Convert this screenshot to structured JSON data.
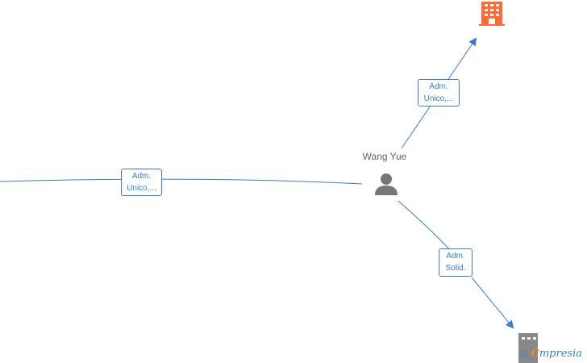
{
  "nodes": {
    "person": {
      "name": "Wang Yue",
      "icon": "person-icon",
      "color": "#777777"
    },
    "company_top": {
      "icon": "building-icon",
      "color": "#ff6b35"
    },
    "company_bottom": {
      "icon": "building-icon",
      "color": "#888888"
    }
  },
  "edges": [
    {
      "id": "left",
      "line1": "Adm.",
      "line2": "Unico,..."
    },
    {
      "id": "top",
      "line1": "Adm.",
      "line2": "Unico,..."
    },
    {
      "id": "bottom",
      "line1": "Adm.",
      "line2": "Solid."
    }
  ],
  "edge_color": "#3a7bd5",
  "watermark": {
    "copyright": "©",
    "brand_first": "C",
    "brand_rest": "mpresia"
  }
}
